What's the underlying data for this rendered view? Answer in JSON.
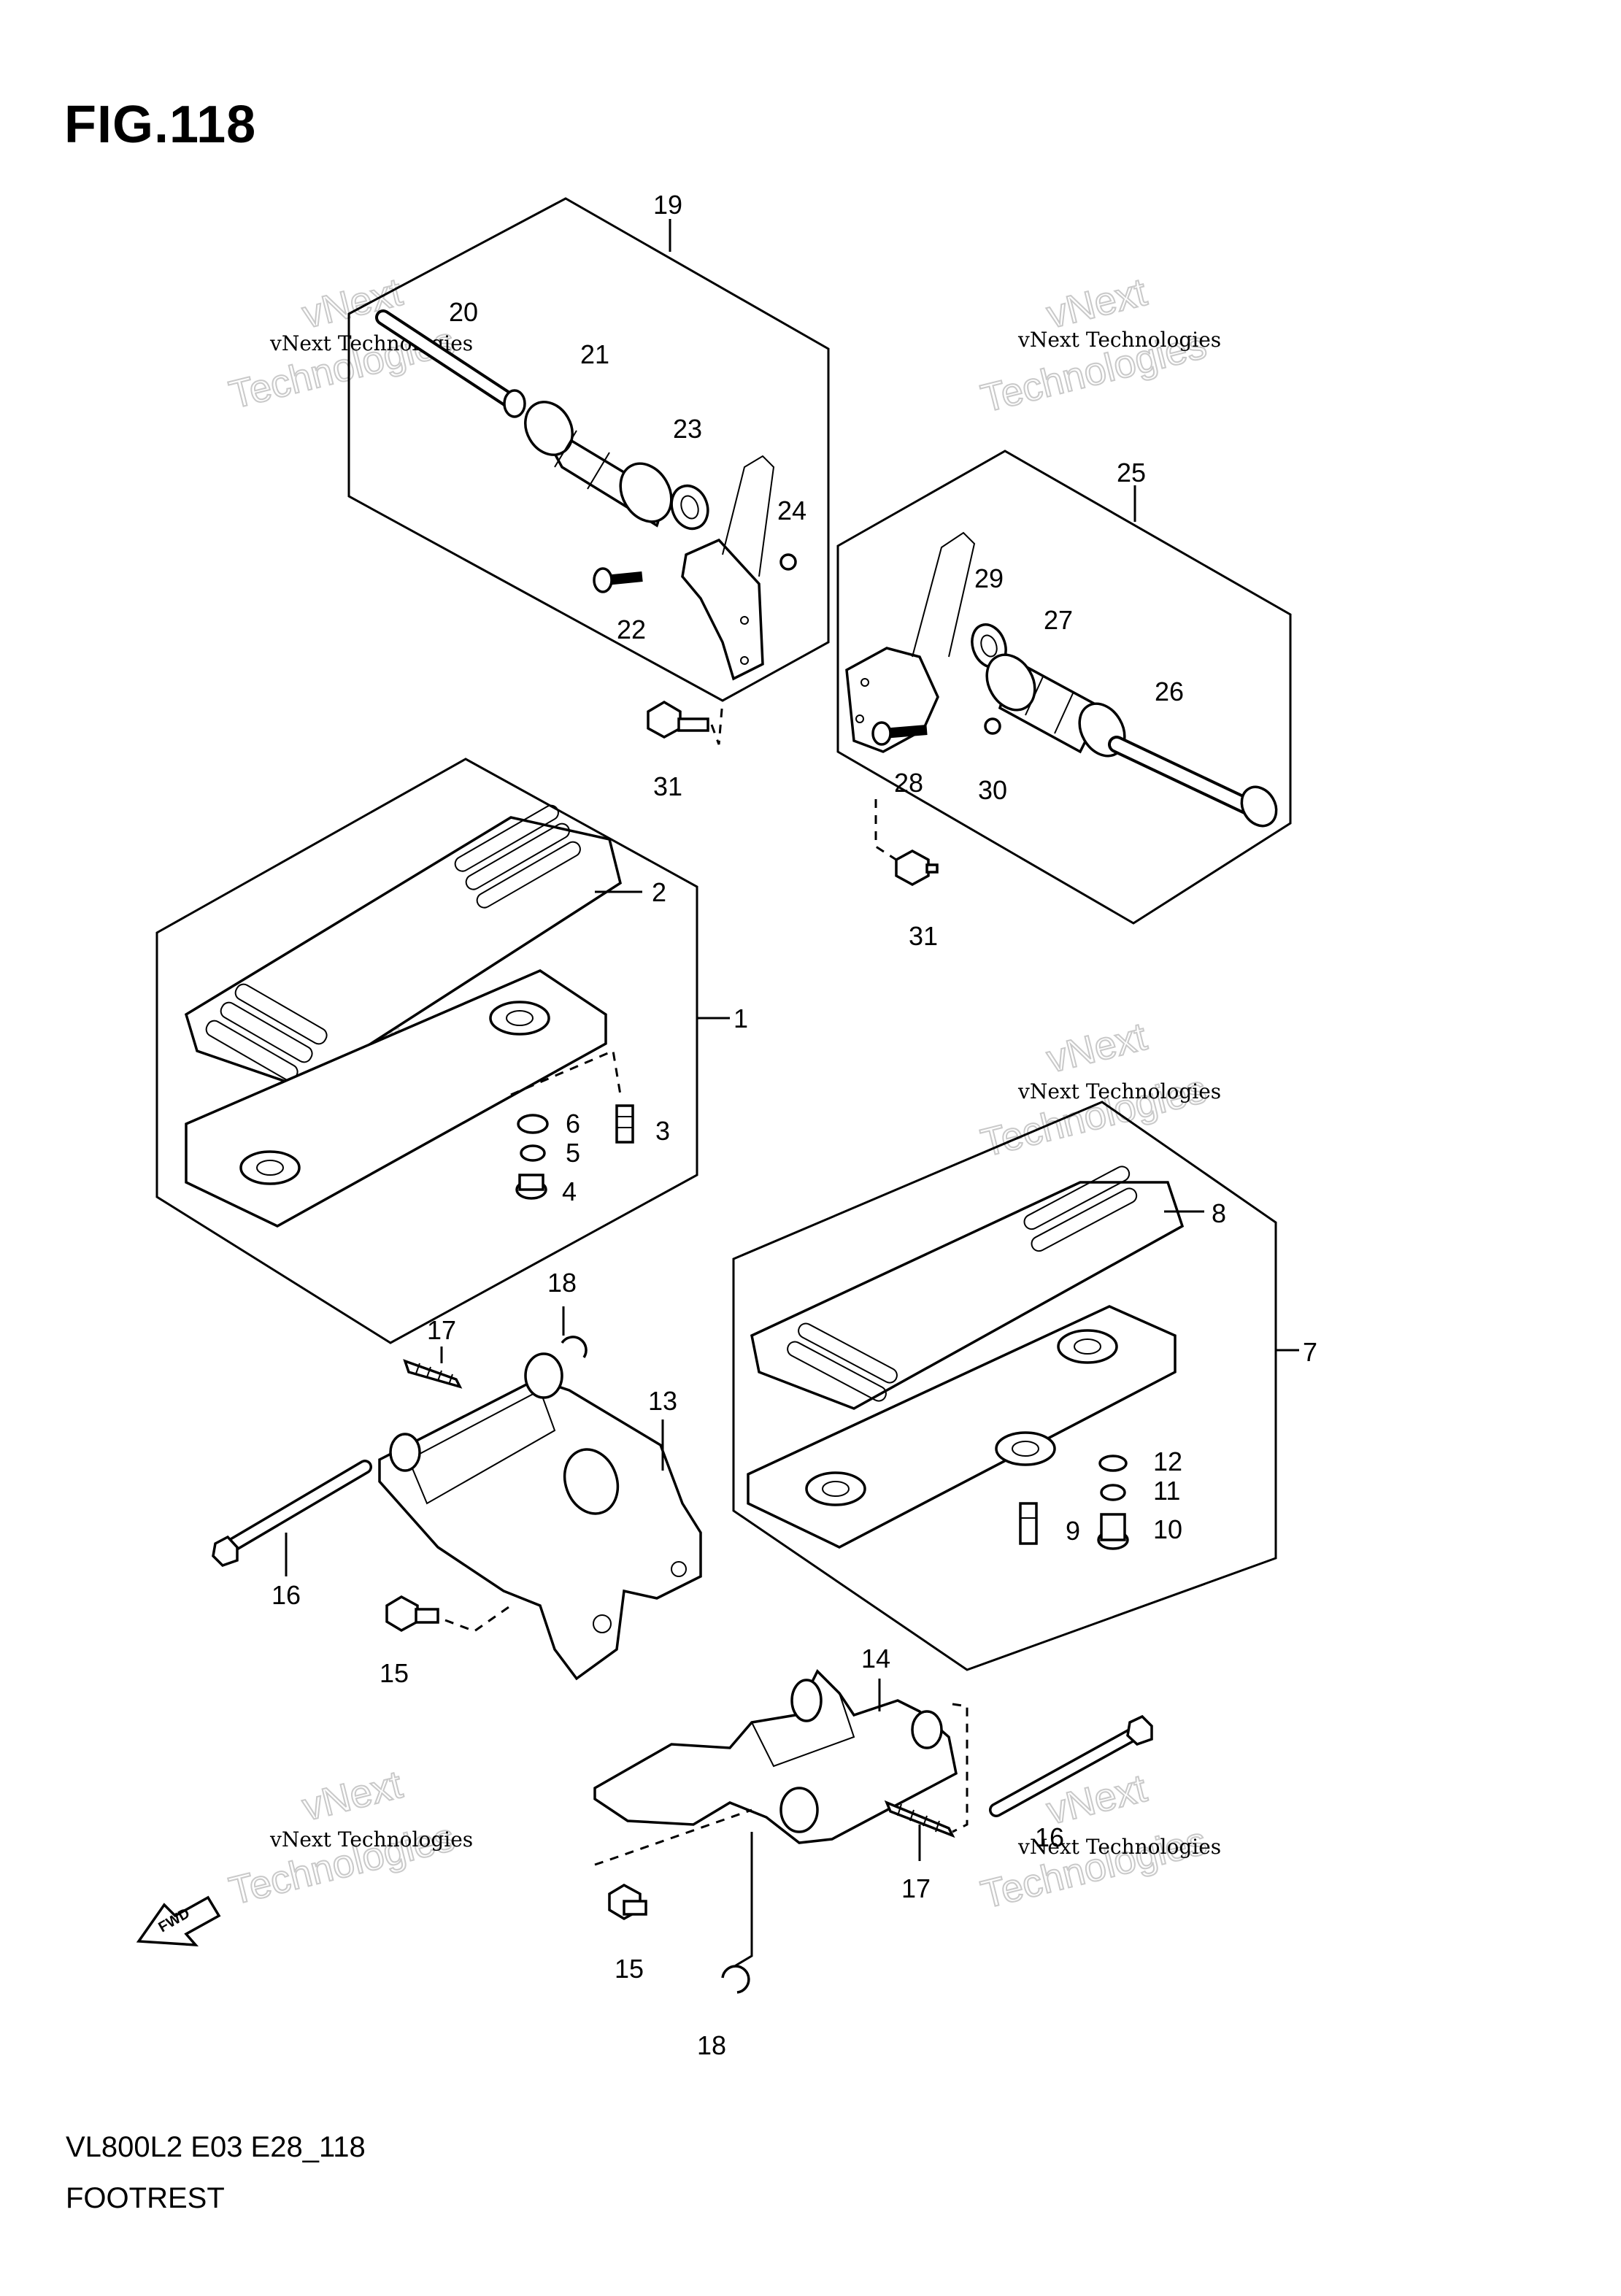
{
  "figure": {
    "title": "FIG.118",
    "code": "VL800L2 E03 E28_118",
    "name": "FOOTREST",
    "fwd_label": "FWD"
  },
  "watermark": {
    "small": "vNext Technologies",
    "big_top": "vNext",
    "big_bottom": "Technologies"
  },
  "callouts": [
    {
      "id": "19",
      "text": "19"
    },
    {
      "id": "20",
      "text": "20"
    },
    {
      "id": "21",
      "text": "21"
    },
    {
      "id": "23",
      "text": "23"
    },
    {
      "id": "24",
      "text": "24"
    },
    {
      "id": "22",
      "text": "22"
    },
    {
      "id": "31a",
      "text": "31"
    },
    {
      "id": "25",
      "text": "25"
    },
    {
      "id": "29",
      "text": "29"
    },
    {
      "id": "27",
      "text": "27"
    },
    {
      "id": "26",
      "text": "26"
    },
    {
      "id": "28",
      "text": "28"
    },
    {
      "id": "30",
      "text": "30"
    },
    {
      "id": "31b",
      "text": "31"
    },
    {
      "id": "2",
      "text": "2"
    },
    {
      "id": "1",
      "text": "1"
    },
    {
      "id": "6",
      "text": "6"
    },
    {
      "id": "5",
      "text": "5"
    },
    {
      "id": "3",
      "text": "3"
    },
    {
      "id": "4",
      "text": "4"
    },
    {
      "id": "8",
      "text": "8"
    },
    {
      "id": "7",
      "text": "7"
    },
    {
      "id": "18a",
      "text": "18"
    },
    {
      "id": "17a",
      "text": "17"
    },
    {
      "id": "13",
      "text": "13"
    },
    {
      "id": "12",
      "text": "12"
    },
    {
      "id": "11",
      "text": "11"
    },
    {
      "id": "9",
      "text": "9"
    },
    {
      "id": "10",
      "text": "10"
    },
    {
      "id": "16a",
      "text": "16"
    },
    {
      "id": "15a",
      "text": "15"
    },
    {
      "id": "14",
      "text": "14"
    },
    {
      "id": "16b",
      "text": "16"
    },
    {
      "id": "17b",
      "text": "17"
    },
    {
      "id": "15b",
      "text": "15"
    },
    {
      "id": "18b",
      "text": "18"
    }
  ]
}
